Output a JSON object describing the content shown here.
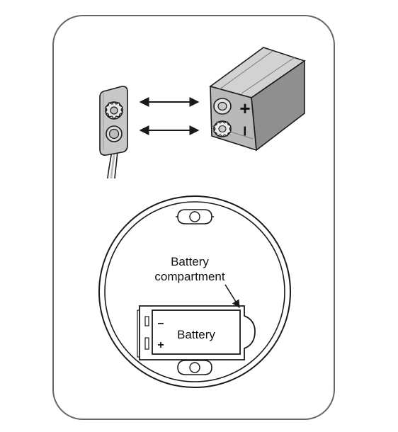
{
  "labels": {
    "compartment_line1": "Battery",
    "compartment_line2": "compartment",
    "battery": "Battery",
    "plus_big": "+",
    "minus_big": "–",
    "plus_small": "+",
    "minus_small": "–"
  },
  "colors": {
    "stroke": "#1a1a1a",
    "battery_gray": "#b9b9b9",
    "battery_side": "#8f8f8f",
    "battery_top": "#d2d2d2",
    "frame": "#666666"
  },
  "icons": [
    "battery-snap-connector-icon",
    "nine-volt-battery-icon",
    "double-arrow-icon",
    "smoke-detector-icon"
  ]
}
